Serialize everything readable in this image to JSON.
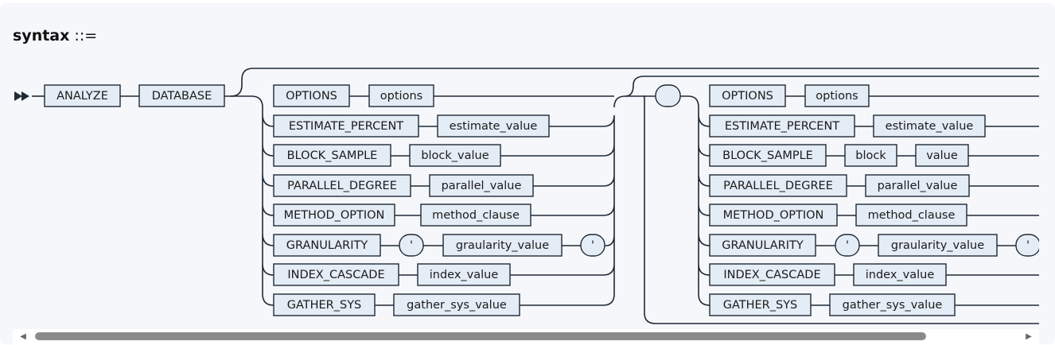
{
  "title": {
    "keyword": "syntax",
    "operator": " ::="
  },
  "diagram": {
    "lead": [
      "ANALYZE",
      "DATABASE"
    ],
    "options": [
      {
        "keyword": "OPTIONS",
        "value": "options"
      },
      {
        "keyword": "ESTIMATE_PERCENT",
        "value": "estimate_value"
      },
      {
        "keyword": "BLOCK_SAMPLE",
        "value": "block_value"
      },
      {
        "keyword": "PARALLEL_DEGREE",
        "value": "parallel_value"
      },
      {
        "keyword": "METHOD_OPTION",
        "value": "method_clause"
      },
      {
        "keyword": "GRANULARITY",
        "quote_open": "'",
        "value": "graularity_value",
        "quote_close": "'"
      },
      {
        "keyword": "INDEX_CASCADE",
        "value": "index_value"
      },
      {
        "keyword": "GATHER_SYS",
        "value": "gather_sys_value"
      }
    ],
    "repeat_separator": "",
    "repeat_options": [
      {
        "keyword": "OPTIONS",
        "value": "options"
      },
      {
        "keyword": "ESTIMATE_PERCENT",
        "value": "estimate_value"
      },
      {
        "keyword": "BLOCK_SAMPLE",
        "value": "block",
        "value2": "value"
      },
      {
        "keyword": "PARALLEL_DEGREE",
        "value": "parallel_value"
      },
      {
        "keyword": "METHOD_OPTION",
        "value": "method_clause"
      },
      {
        "keyword": "GRANULARITY",
        "quote_open": "'",
        "value": "graularity_value",
        "quote_close": "'"
      },
      {
        "keyword": "INDEX_CASCADE",
        "value": "index_value"
      },
      {
        "keyword": "GATHER_SYS",
        "value": "gather_sys_value"
      }
    ]
  },
  "scrollbar": {
    "left_arrow": "◀",
    "right_arrow": "▶"
  }
}
